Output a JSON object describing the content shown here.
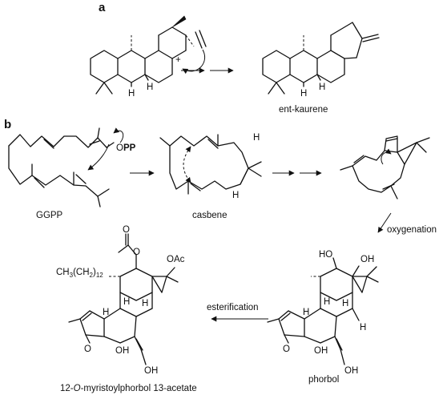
{
  "panel_a": {
    "label": "a",
    "product_name": "ent-kaurene"
  },
  "panel_b": {
    "label": "b",
    "start_name": "GGPP",
    "leaving_group_o": "O",
    "leaving_group_pp": "PP",
    "intermediate_name": "casbene",
    "oxygenation_label": "oxygenation",
    "phorbol_name": "phorbol",
    "esterification_label": "esterification",
    "ester_product_name_pre": "12-",
    "ester_product_name_o": "O",
    "ester_product_name_post": "-myristoylphorbol 13-acetate",
    "oac_label": "OAc",
    "chain_ch": "CH",
    "chain_3": "3",
    "chain_paren": "(CH",
    "chain_2": "2",
    "chain_close": ")",
    "chain_12": "12",
    "atom_labels": {
      "H": "H",
      "OH": "OH",
      "HO": "HO",
      "O": "O"
    }
  },
  "colors": {
    "ink": "#111111",
    "background": "#ffffff"
  }
}
